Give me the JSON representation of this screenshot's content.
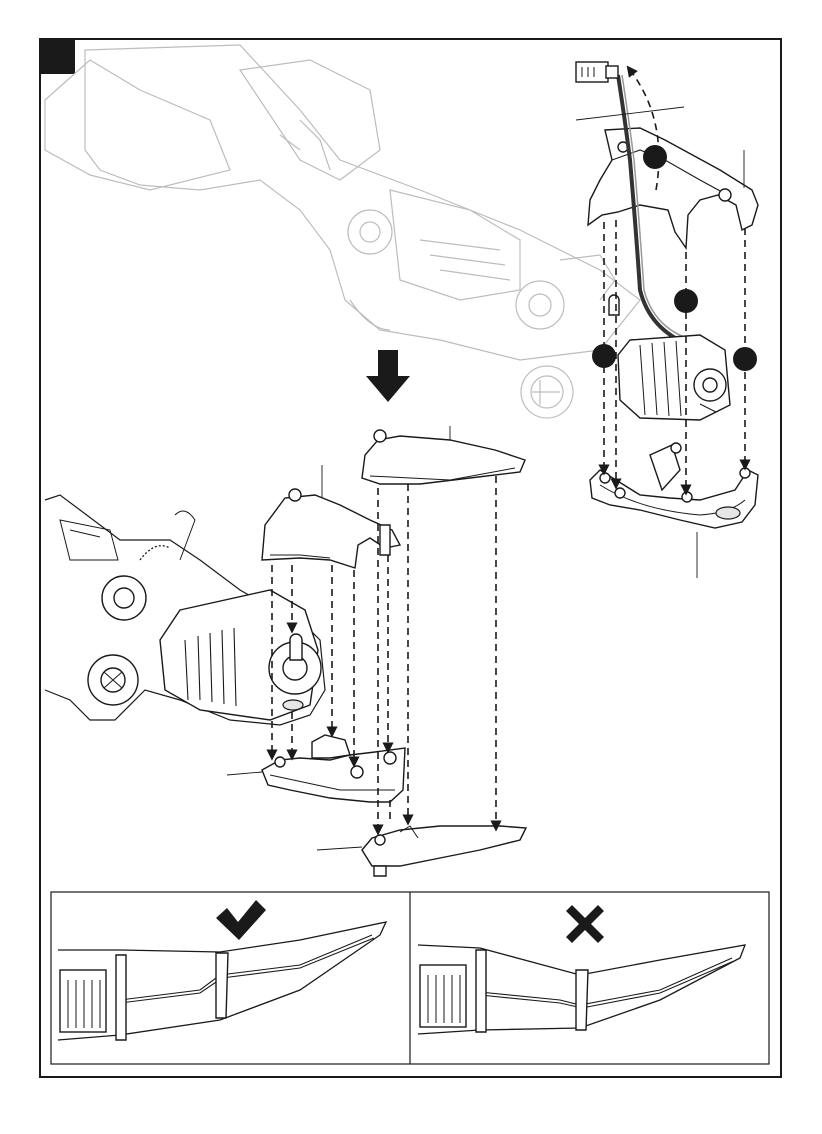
{
  "colors": {
    "ink": "#1a1a1a",
    "ghost": "#bdbdbd",
    "fill": "#ffffff",
    "shade": "#e6e6e6"
  },
  "step_marker": {
    "shape": "black-square",
    "text": ""
  },
  "comparison": {
    "left": {
      "icon": "check-mark-icon",
      "meaning": "correct"
    },
    "right": {
      "icon": "cross-mark-icon",
      "meaning": "incorrect"
    }
  },
  "numbered_callouts": 4,
  "arrows": {
    "main_direction": "down",
    "lift_arrow": "curved-up"
  }
}
